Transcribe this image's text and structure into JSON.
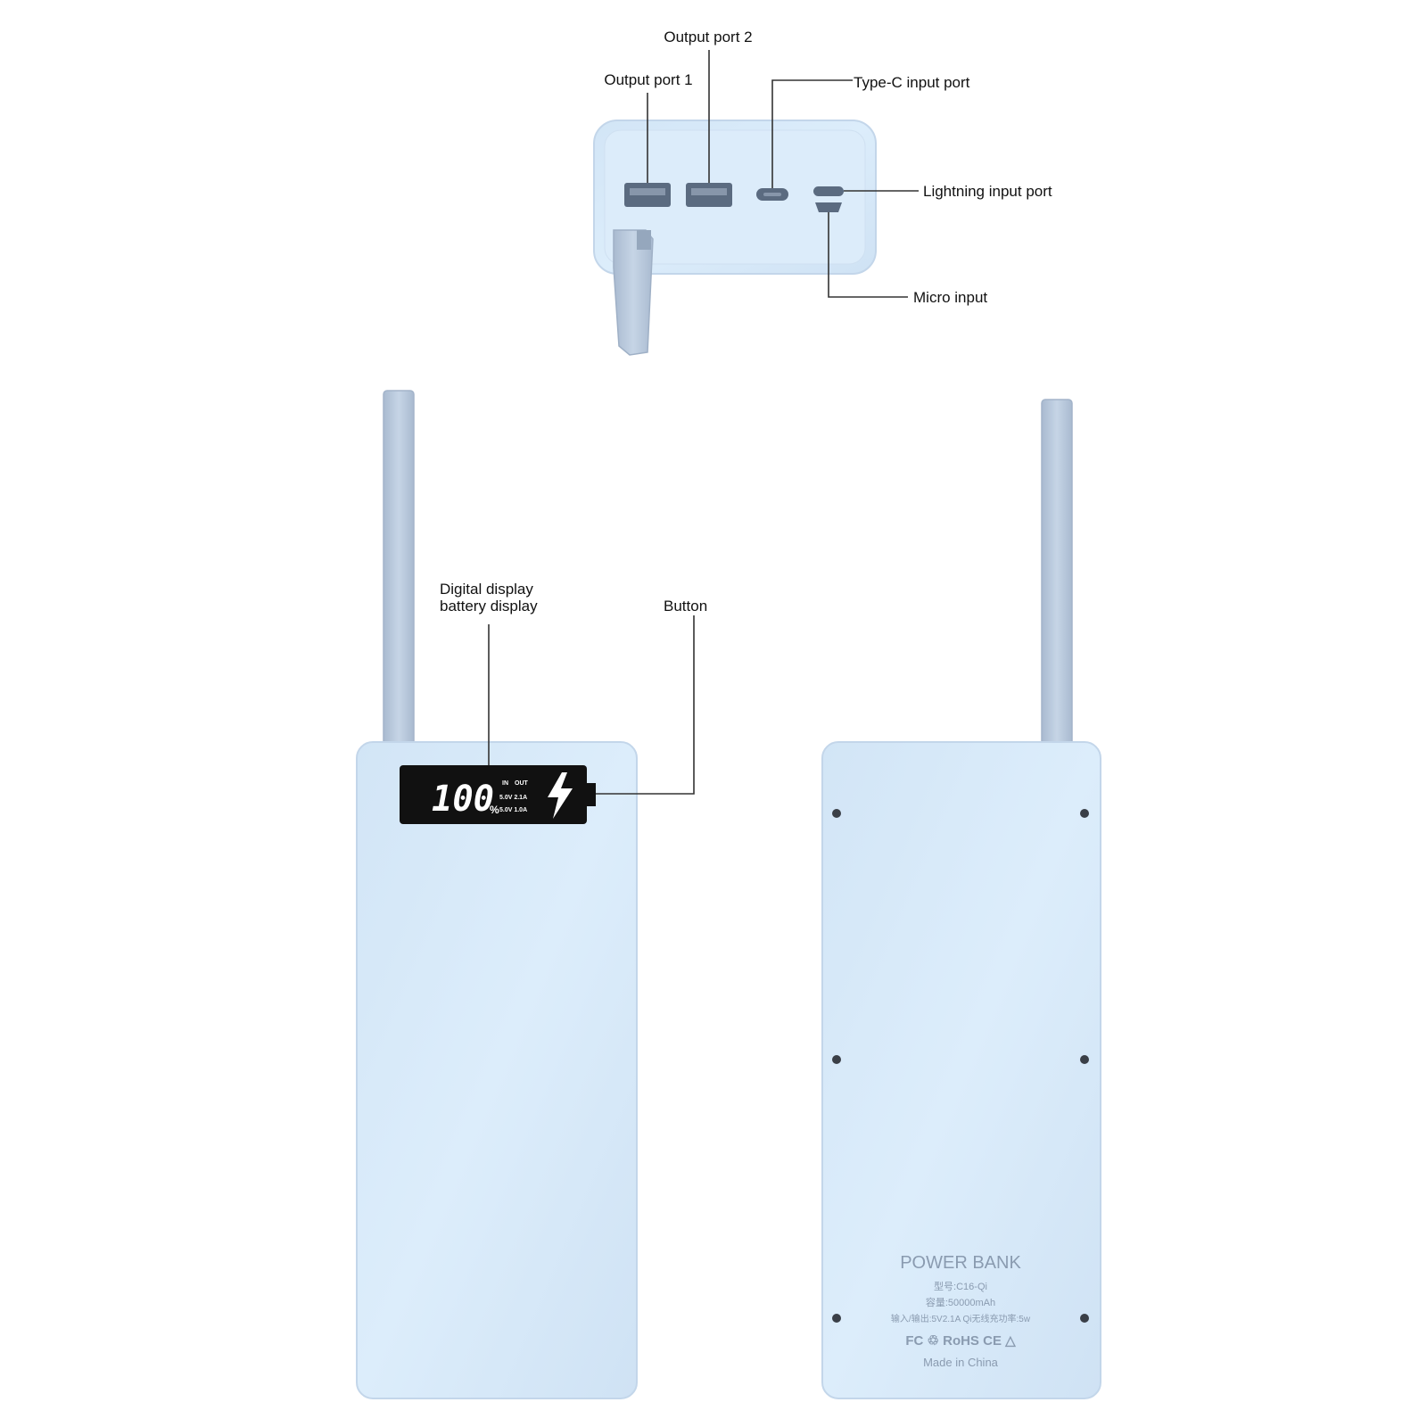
{
  "callouts": {
    "output_port_2": "Output port 2",
    "output_port_1": "Output port 1",
    "type_c_input": "Type-C input port",
    "lightning_input": "Lightning input port",
    "micro_input": "Micro input",
    "digital_display_line1": "Digital display",
    "digital_display_line2": "battery display",
    "button": "Button"
  },
  "lcd": {
    "percent_value": "100",
    "percent_sign": "%",
    "in_label": "IN",
    "out_label": "OUT",
    "row1": "5.0V 2.1A",
    "row2": "5.0V 1.0A"
  },
  "back_label": {
    "brand": "POWER BANK",
    "model": "型号:C16-Qi",
    "capacity": "容量:50000mAh",
    "io_spec": "输入/输出:5V2.1A  Qi无线充功率:5w",
    "certs": "FC ♲ RoHS CE △",
    "origin": "Made in China"
  },
  "colors": {
    "body": "#d7e8f8",
    "body_edge": "#c3d6ea",
    "strap": "#b9c9dd",
    "lcd_bg": "#111111",
    "port": "#5b6b80",
    "screw": "#3a3f47"
  },
  "icons": [
    "usb-a-port-icon",
    "usb-c-port-icon",
    "lightning-port-icon",
    "micro-usb-port-icon",
    "lightning-bolt-icon",
    "screw-icon"
  ]
}
